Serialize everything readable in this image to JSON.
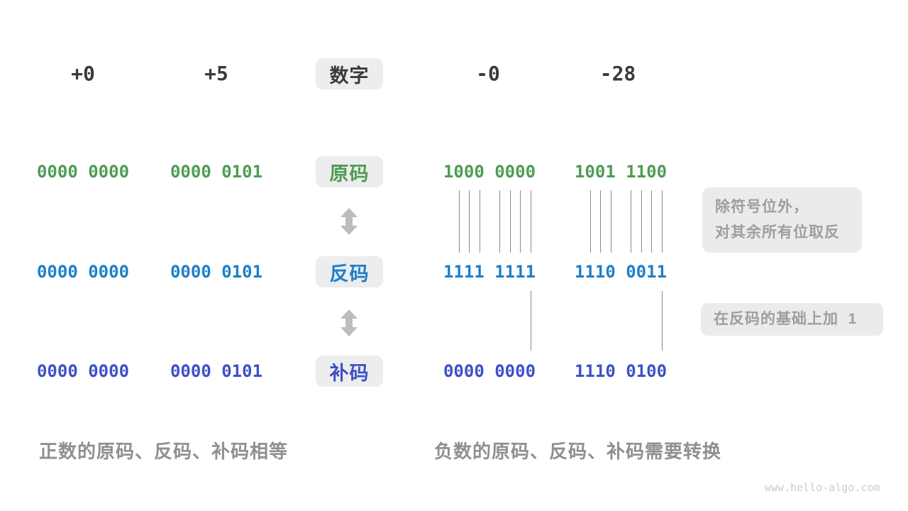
{
  "badges": {
    "number": "数字",
    "sign_magnitude": "原码",
    "ones_complement": "反码",
    "twos_complement": "补码"
  },
  "columns": [
    {
      "number": "+0",
      "sign_magnitude": "0000 0000",
      "ones_complement": "0000 0000",
      "twos_complement": "0000 0000"
    },
    {
      "number": "+5",
      "sign_magnitude": "0000 0101",
      "ones_complement": "0000 0101",
      "twos_complement": "0000 0101"
    },
    {
      "number": "-0",
      "sign_magnitude": "1000 0000",
      "ones_complement": "1111 1111",
      "twos_complement": "0000 0000"
    },
    {
      "number": "-28",
      "sign_magnitude": "1001 1100",
      "ones_complement": "1110 0011",
      "twos_complement": "1110 0100"
    }
  ],
  "annotations": {
    "invert_line1": "除符号位外，",
    "invert_line2": "对其余所有位取反",
    "add_one": "在反码的基础上加  1"
  },
  "captions": {
    "positive": "正数的原码、反码、补码相等",
    "negative": "负数的原码、反码、补码需要转换"
  },
  "watermark": "www.hello-algo.com",
  "colors": {
    "number_text": "#3a3a3a",
    "sign_magnitude": "#4f9b54",
    "ones_complement": "#1d7fc8",
    "twos_complement": "#3e50c8",
    "badge_bg": "#ededed",
    "annotation_bg": "#ebebeb",
    "annotation_text": "#9e9e9e",
    "caption_text": "#8f8f8f",
    "arrow": "#bdbdbd",
    "bit_line": "#8a8a8a",
    "watermark_text": "#cbcbcb"
  }
}
